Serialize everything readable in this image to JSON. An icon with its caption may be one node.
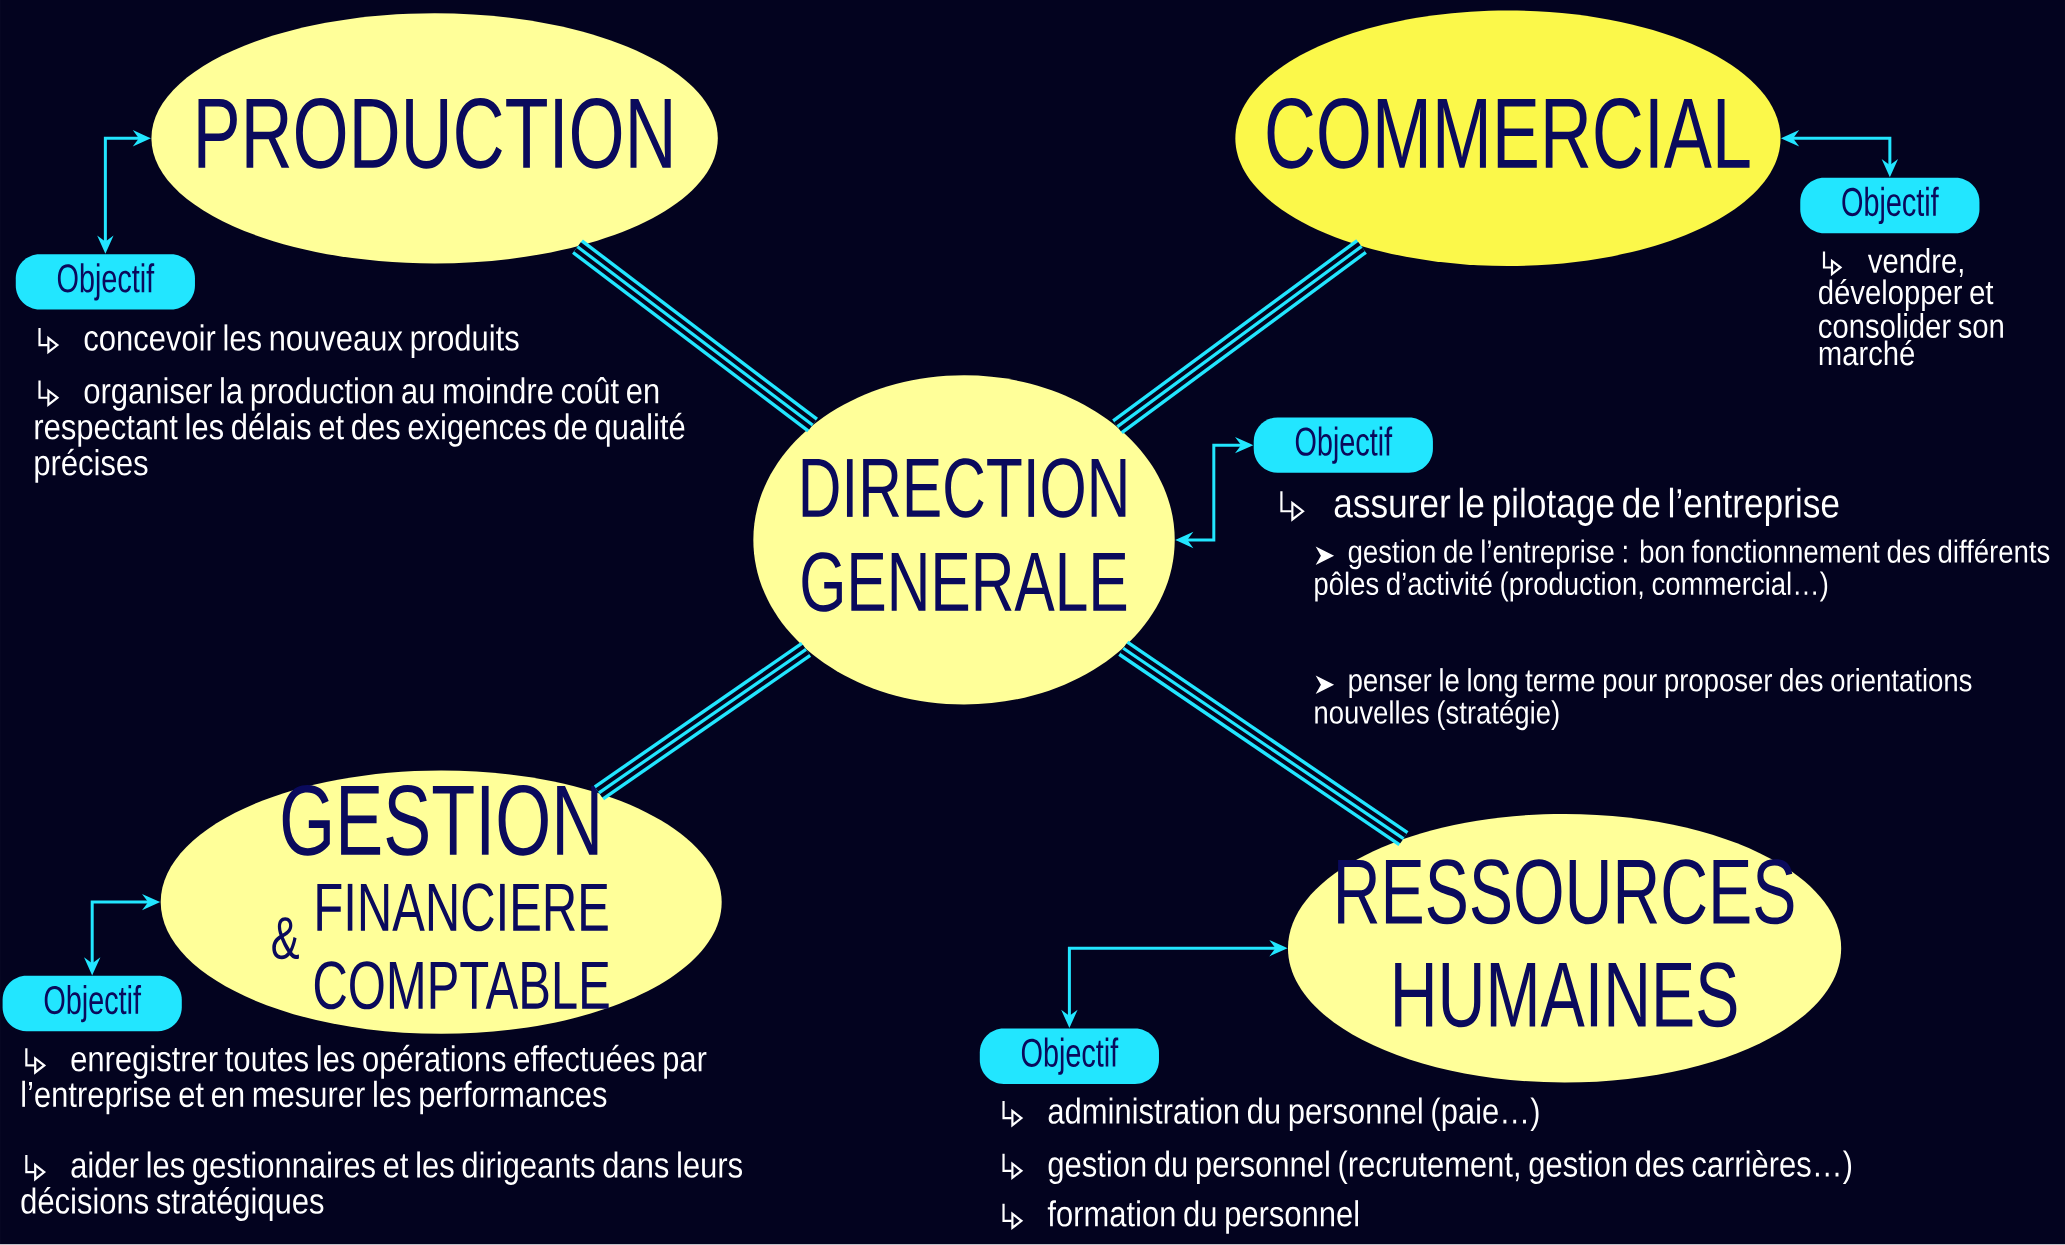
{
  "diagram": {
    "nodes": [
      {
        "text": [
          "PRODUCTION"
        ]
      },
      {
        "text": [
          "Objectif"
        ],
        "beside": [
          "concevoir les nouveaux produits",
          "organiser la production au moindre coût en respectant les délais et des exigences de qualité précises"
        ]
      },
      {
        "text": [
          "COMMERCIAL"
        ]
      },
      {
        "text": [
          "Objectif"
        ],
        "beside": [
          "vendre, développer et consolider son marché"
        ]
      },
      {
        "text": [
          "DIRECTION GENERALE"
        ]
      },
      {
        "text": [
          "Objectif"
        ],
        "beside": [
          "assurer le pilotage de l’entreprise",
          "gestion de l’entreprise : bon fonctionnement des différents pôles d’activité (production, commercial…)",
          "penser le long terme pour proposer des orientations nouvelles (stratégie)"
        ]
      },
      {
        "text": [
          "GESTION",
          "&",
          "FINANCIERE COMPTABLE"
        ]
      },
      {
        "text": [
          "Objectif"
        ],
        "beside": [
          "enregistrer toutes les opérations effectuées par l’entreprise et en mesurer les performances",
          "aider les gestionnaires et les dirigeants dans leurs décisions stratégiques"
        ]
      },
      {
        "text": [
          "RESSOURCES HUMAINES"
        ]
      },
      {
        "text": [
          "Objectif"
        ],
        "beside": [
          "administration du personnel (paie…)",
          "gestion du personnel (recrutement, gestion des carrières…)",
          "formation du personnel"
        ]
      }
    ],
    "edges": [
      {
        "from": 4,
        "to": 0,
        "arrow": "none",
        "style": "thick"
      },
      {
        "from": 4,
        "to": 2,
        "arrow": "none",
        "style": "thick"
      },
      {
        "from": 4,
        "to": 6,
        "arrow": "none",
        "style": "thick"
      },
      {
        "from": 4,
        "to": 8,
        "arrow": "none",
        "style": "thick"
      },
      {
        "from": 1,
        "to": 0,
        "arrow": "both"
      },
      {
        "from": 3,
        "to": 2,
        "arrow": "both"
      },
      {
        "from": 5,
        "to": 4,
        "arrow": "both"
      },
      {
        "from": 7,
        "to": 6,
        "arrow": "both"
      },
      {
        "from": 9,
        "to": 8,
        "arrow": "both"
      }
    ]
  }
}
